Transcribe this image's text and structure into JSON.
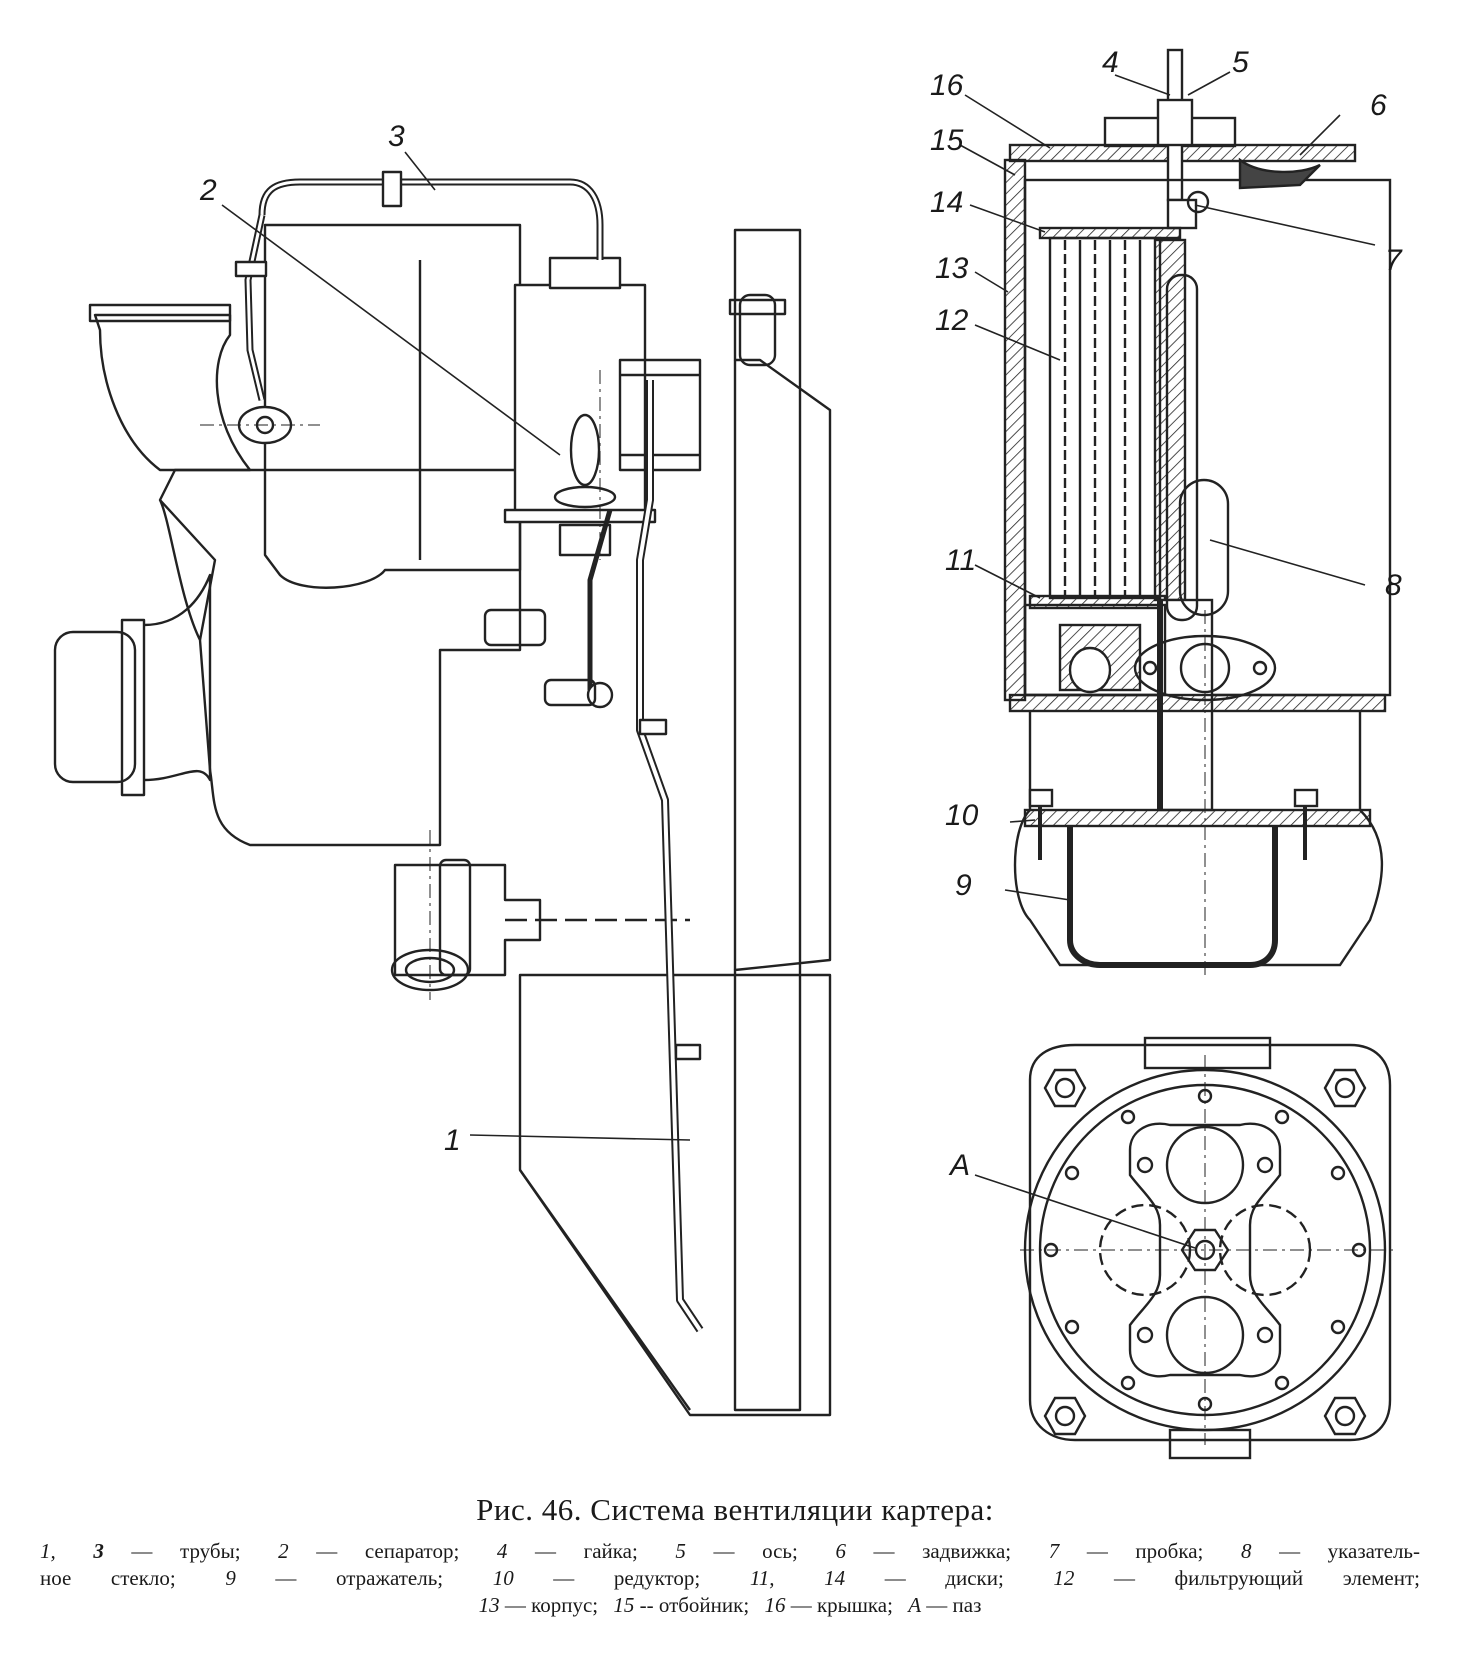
{
  "figure": {
    "caption_title": "Рис. 46. Система вентиляции картера:",
    "legend_lines": [
      [
        {
          "num": "1,",
          "text": ""
        },
        {
          "num": "3",
          "text": "— трубы;",
          "bold": true
        },
        {
          "num": "2",
          "text": "— сепаратор;"
        },
        {
          "num": "4",
          "text": "— гайка;"
        },
        {
          "num": "5",
          "text": "— ось;"
        },
        {
          "num": "6",
          "text": "— задвижка;"
        },
        {
          "num": "7",
          "text": "— пробка;"
        },
        {
          "num": "8",
          "text": "— указатель-"
        }
      ],
      [
        {
          "num": "",
          "text": "ное стекло;"
        },
        {
          "num": "9",
          "text": "— отражатель;"
        },
        {
          "num": "10",
          "text": "— редуктор;"
        },
        {
          "num": "11,",
          "text": ""
        },
        {
          "num": "14",
          "text": "— диски;"
        },
        {
          "num": "12",
          "text": "— фильтрующий элемент;"
        }
      ],
      [
        {
          "num": "13",
          "text": "— корпус;"
        },
        {
          "num": "15",
          "text": "-- отбойник;"
        },
        {
          "num": "16",
          "text": "— крышка;"
        },
        {
          "num": "A",
          "text": "— паз"
        }
      ]
    ]
  },
  "callouts": {
    "c1": "1",
    "c2": "2",
    "c3": "3",
    "c4": "4",
    "c5": "5",
    "c6": "6",
    "c7": "7",
    "c8": "8",
    "c9": "9",
    "c10": "10",
    "c11": "11",
    "c12": "12",
    "c13": "13",
    "c14": "14",
    "c15": "15",
    "c16": "16",
    "cA": "A"
  }
}
